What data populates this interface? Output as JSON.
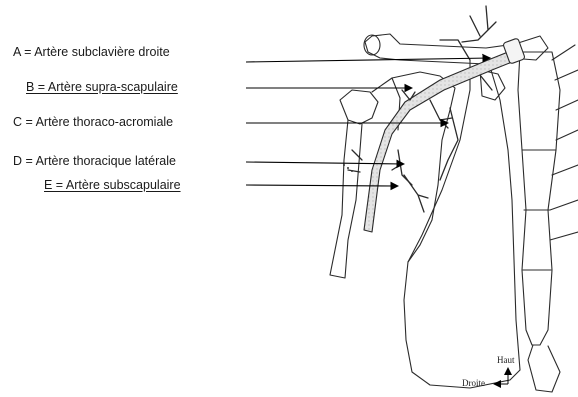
{
  "labels": [
    {
      "id": "A",
      "text": "A = Artère subclavière droite",
      "underline": false
    },
    {
      "id": "B",
      "text": "B = Artère supra-scapulaire",
      "underline": true
    },
    {
      "id": "C",
      "text": "C = Artère thoraco-acromiale",
      "underline": false
    },
    {
      "id": "D",
      "text": "D = Artère thoracique latérale",
      "underline": false
    },
    {
      "id": "E",
      "text": "E = Artère subscapulaire",
      "underline": true
    }
  ],
  "orientation": {
    "up": "Haut",
    "right": "Droite"
  },
  "colors": {
    "ink": "#2b2b2b",
    "arrow": "#000000",
    "shade": "#d6d6d6"
  }
}
